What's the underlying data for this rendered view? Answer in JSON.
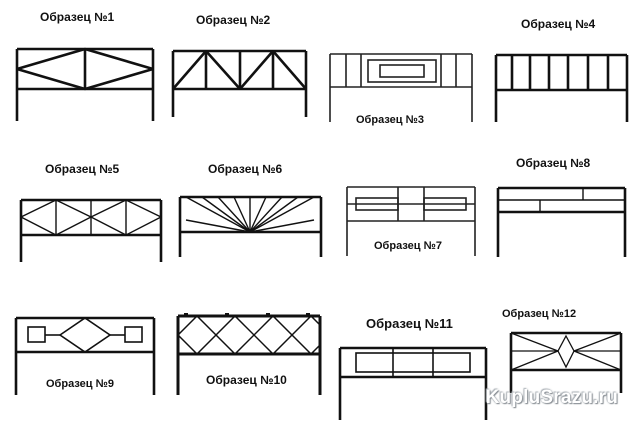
{
  "samples": [
    {
      "label": "Образец №1"
    },
    {
      "label": "Образец №2"
    },
    {
      "label": "Образец №3"
    },
    {
      "label": "Образец №4"
    },
    {
      "label": "Образец №5"
    },
    {
      "label": "Образец №6"
    },
    {
      "label": "Образец №7"
    },
    {
      "label": "Образец №8"
    },
    {
      "label": "Образец №9"
    },
    {
      "label": "Образец №10"
    },
    {
      "label": "Образец №11"
    },
    {
      "label": "Образец №12"
    }
  ],
  "watermark": "KupluSrazu.ru",
  "colors": {
    "line": "#111111",
    "background": "#ffffff"
  }
}
